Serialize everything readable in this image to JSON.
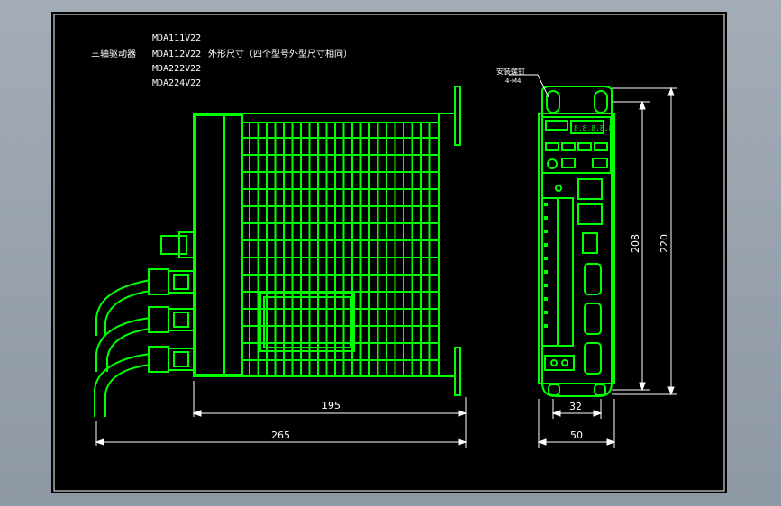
{
  "drawing": {
    "notes": {
      "title_cn": "三轴驱动器",
      "models": [
        "MDA111V22",
        "MDA112V22",
        "MDA222V22",
        "MDA224V22"
      ],
      "note_cn": "外形尺寸（四个型号外型尺寸相同）"
    },
    "callout": {
      "label": "安装螺钉",
      "sub": "4-M4"
    },
    "dimensions": {
      "side_depth": "195",
      "side_total": "265",
      "front_height_inner": "208",
      "front_height_total": "220",
      "front_hole_spacing": "32",
      "front_width": "50"
    },
    "display": {
      "readout": "8.8.8.8.8"
    },
    "colors": {
      "line": "#00ff00",
      "background": "#000000",
      "dimension": "#ffffff"
    }
  }
}
